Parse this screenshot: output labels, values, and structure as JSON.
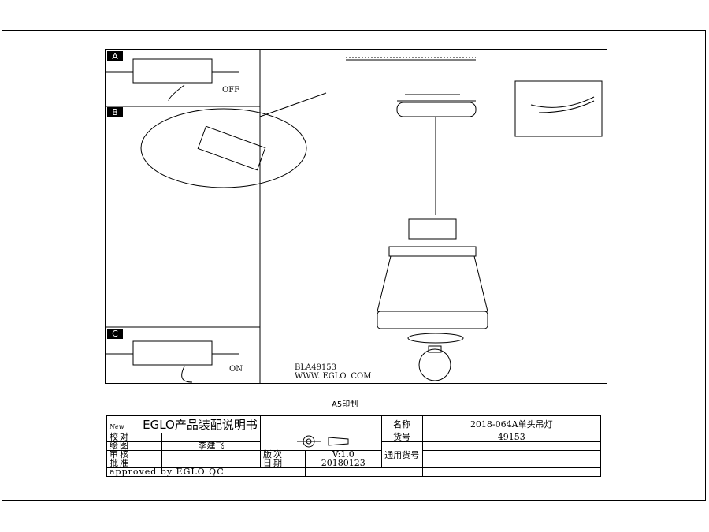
{
  "panels": {
    "a": "A",
    "b": "B",
    "c": "C"
  },
  "labels": {
    "off": "OFF",
    "on": "ON",
    "model": "BLA49153",
    "website": "WWW. EGLO. COM",
    "print_size": "A5印制"
  },
  "title_block": {
    "title": "EGLO产品装配说明书",
    "logo_text": "New",
    "name_label": "名称",
    "name_value": "2018-064A单头吊灯",
    "check_label": "校对",
    "item_no_label": "货号",
    "item_no_value": "49153",
    "drawn_label": "绘图",
    "drawn_value": "李建飞",
    "review_label": "审核",
    "version_label": "版次",
    "version_value": "V:1.0",
    "applicable_label": "通用货号",
    "approve_label": "批准",
    "date_label": "日期",
    "date_value": "20180123",
    "approved_text": "approved by EGLO QC"
  }
}
